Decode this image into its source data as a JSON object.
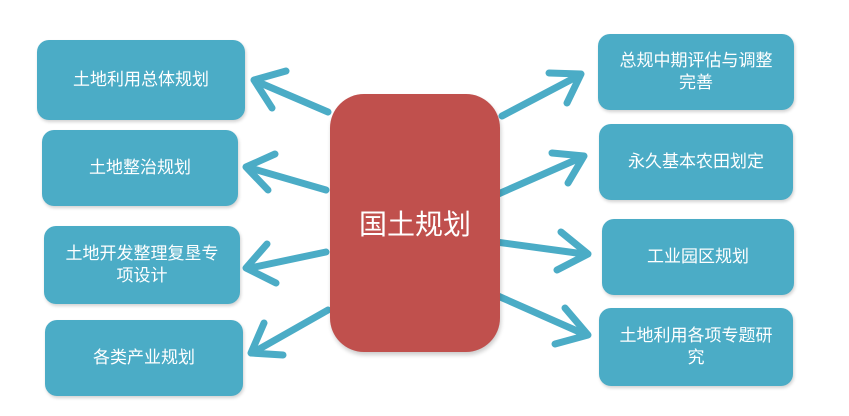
{
  "center": {
    "label": "国土规划"
  },
  "left_nodes": [
    {
      "label": "土地利用总体规划"
    },
    {
      "label": "土地整治规划"
    },
    {
      "label": "土地开发整理复垦专项设计"
    },
    {
      "label": "各类产业规划"
    }
  ],
  "right_nodes": [
    {
      "label": "总规中期评估与调整完善"
    },
    {
      "label": "永久基本农田划定"
    },
    {
      "label": "工业园区规划"
    },
    {
      "label": "土地利用各项专题研究"
    }
  ],
  "colors": {
    "center": "#c0504d",
    "node": "#4bacc6",
    "arrow": "#4bacc6"
  }
}
